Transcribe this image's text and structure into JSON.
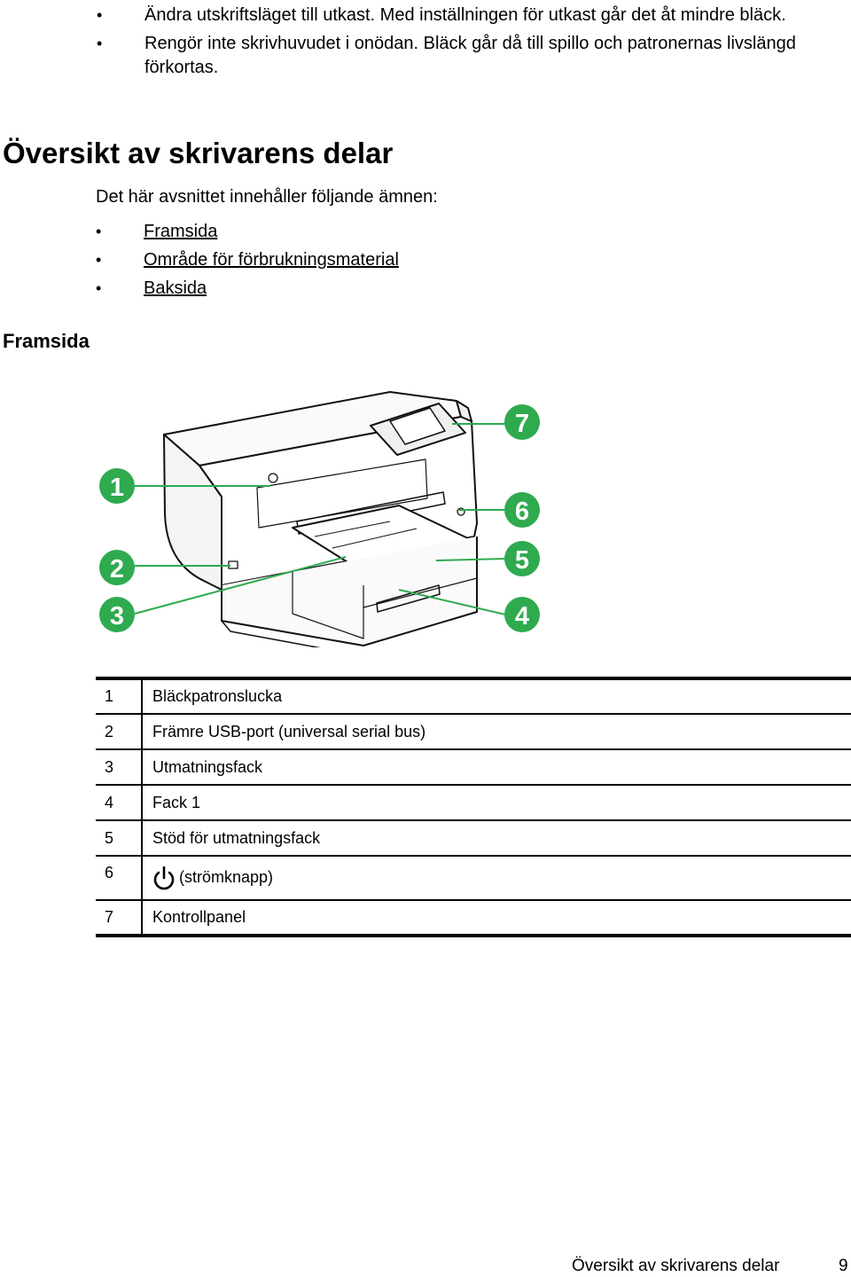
{
  "intro_bullets": [
    "Ändra utskriftsläget till utkast. Med inställningen för utkast går det åt mindre bläck.",
    "Rengör inte skrivhuvudet i onödan. Bläck går då till spillo och patronernas livslängd förkortas."
  ],
  "section": {
    "heading": "Översikt av skrivarens delar",
    "intro": "Det här avsnittet innehåller följande ämnen:",
    "topics": [
      "Framsida",
      "Område för förbrukningsmaterial",
      "Baksida"
    ]
  },
  "subheading": "Framsida",
  "figure": {
    "callout_color": "#2faa4f",
    "callouts": [
      "1",
      "2",
      "3",
      "4",
      "5",
      "6",
      "7"
    ]
  },
  "parts_table": [
    {
      "num": "1",
      "label": "Bläckpatronslucka"
    },
    {
      "num": "2",
      "label": "Främre USB-port (universal serial bus)"
    },
    {
      "num": "3",
      "label": "Utmatningsfack"
    },
    {
      "num": "4",
      "label": "Fack 1"
    },
    {
      "num": "5",
      "label": "Stöd för utmatningsfack"
    },
    {
      "num": "6",
      "label": "(strömknapp)",
      "icon": "power-icon"
    },
    {
      "num": "7",
      "label": "Kontrollpanel"
    }
  ],
  "footer": {
    "title": "Översikt av skrivarens delar",
    "page": "9"
  }
}
